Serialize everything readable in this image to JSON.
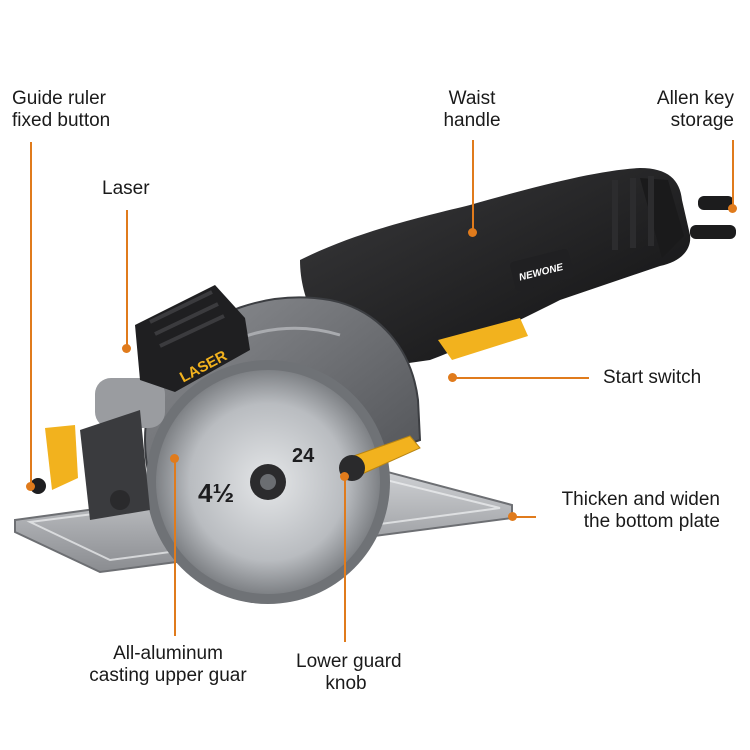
{
  "accent_color": "#e07b1c",
  "labels": {
    "guide_ruler": [
      "Guide ruler",
      "fixed button"
    ],
    "laser": [
      "Laser"
    ],
    "waist_handle": [
      "Waist",
      "handle"
    ],
    "allen_key": [
      "Allen key",
      "storage"
    ],
    "start_switch": [
      "Start switch"
    ],
    "bottom_plate": [
      "Thicken and widen",
      "the bottom plate"
    ],
    "upper_guard": [
      "All-aluminum",
      "casting upper guar"
    ],
    "lower_guard_knob": [
      "Lower guard",
      "knob"
    ]
  },
  "saw_markings": {
    "laser_text": "LASER",
    "blade_size": "4½",
    "blade_teeth": "24",
    "brand": "NEWONE"
  },
  "icons": [
    "circular-saw-image"
  ]
}
